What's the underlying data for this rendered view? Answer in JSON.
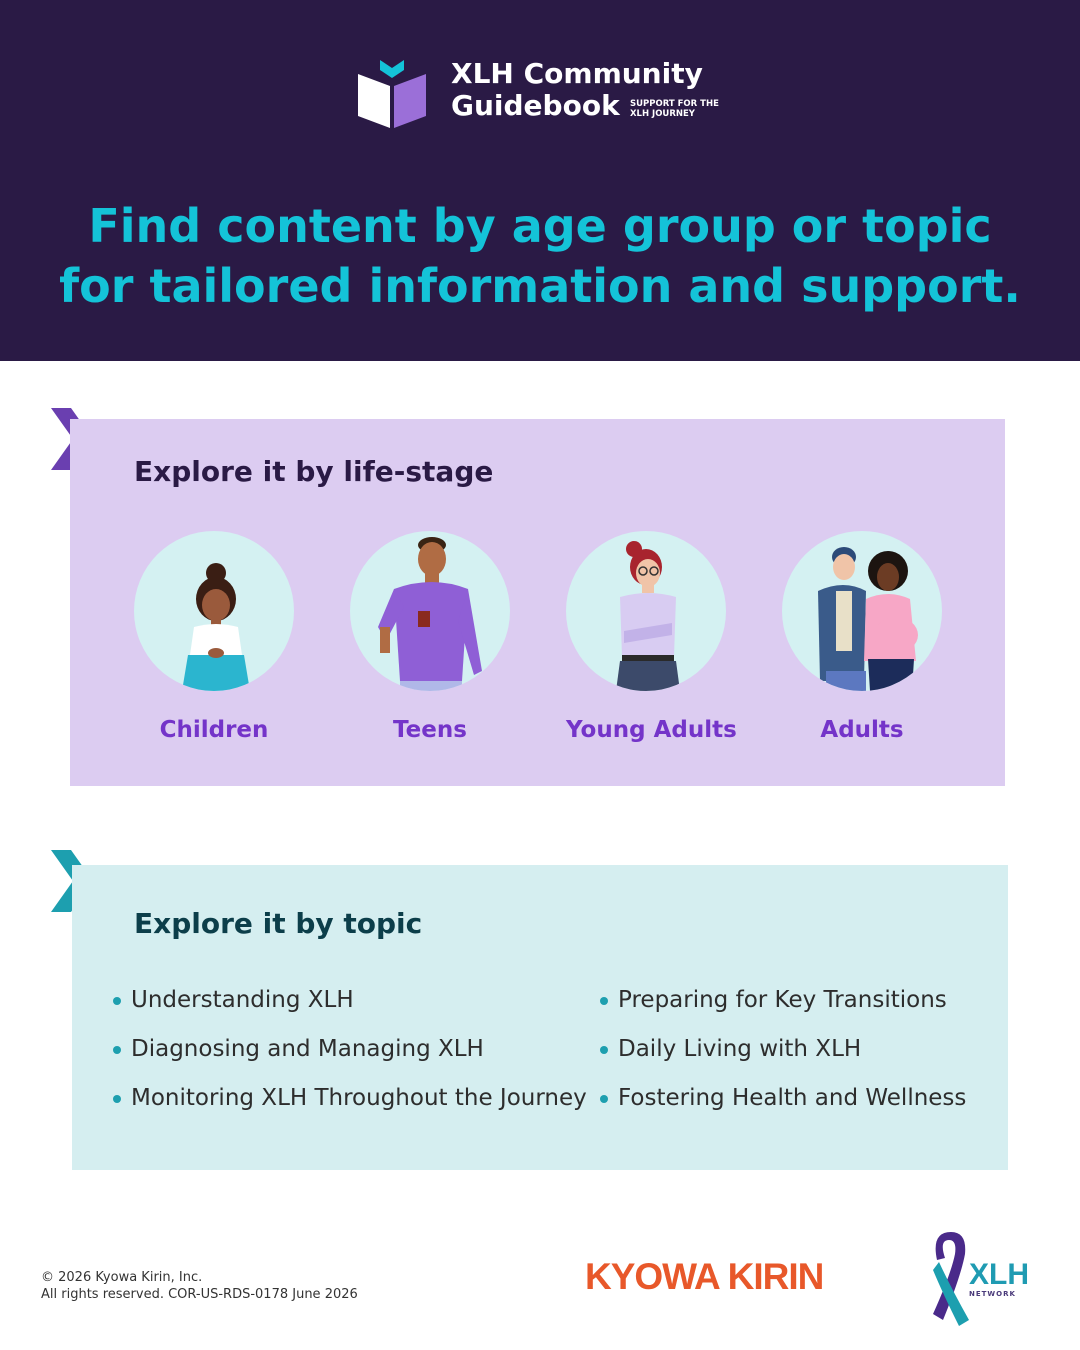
{
  "colors": {
    "header_bg": "#2a1a45",
    "headline": "#14c3d8",
    "stage_bg": "#dcccf1",
    "topic_bg": "#d5eef0",
    "stage_label": "#7434c9",
    "bullet": "#1d9faf",
    "kyowa_orange": "#e8582a"
  },
  "logo": {
    "title_line1": "XLH Community",
    "title_line2": "Guidebook",
    "subtitle_line1": "SUPPORT FOR THE",
    "subtitle_line2": "XLH JOURNEY",
    "icon": "open-book-icon"
  },
  "headline": {
    "line1": "Find content by age group or topic",
    "line2": "for tailored information and support."
  },
  "life_stage": {
    "title": "Explore it by life-stage",
    "items": [
      {
        "label": "Children",
        "icon": "child-illustration"
      },
      {
        "label": "Teens",
        "icon": "teen-illustration"
      },
      {
        "label": "Young Adults",
        "icon": "young-adult-illustration"
      },
      {
        "label": "Adults",
        "icon": "adults-illustration"
      }
    ]
  },
  "topics": {
    "title": "Explore it by topic",
    "left": [
      "Understanding XLH",
      "Diagnosing and Managing XLH",
      "Monitoring XLH Throughout the Journey"
    ],
    "right": [
      "Preparing for Key Transitions",
      "Daily Living with XLH",
      "Fostering Health and Wellness"
    ]
  },
  "footer": {
    "copyright_line1": "© 2026 Kyowa Kirin, Inc.",
    "copyright_line2": "All rights reserved. COR-US-RDS-0178 June 2026",
    "kyowa_logo": "KYOWA KIRIN",
    "xlh_network_logo": "XLH",
    "xlh_network_sub": "NETWORK"
  }
}
